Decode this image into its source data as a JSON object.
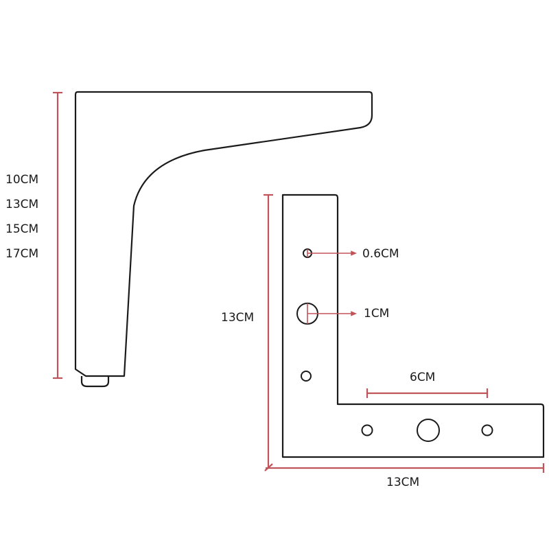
{
  "colors": {
    "outline": "#1a1a1a",
    "dimension": "#c0545a",
    "background": "#ffffff"
  },
  "leg": {
    "height_options": [
      "10CM",
      "13CM",
      "15CM",
      "17CM"
    ]
  },
  "plate": {
    "height_label": "13CM",
    "width_label": "13CM",
    "hole_spacing_label": "6CM",
    "small_hole_label": "0.6CM",
    "large_hole_label": "1CM"
  }
}
